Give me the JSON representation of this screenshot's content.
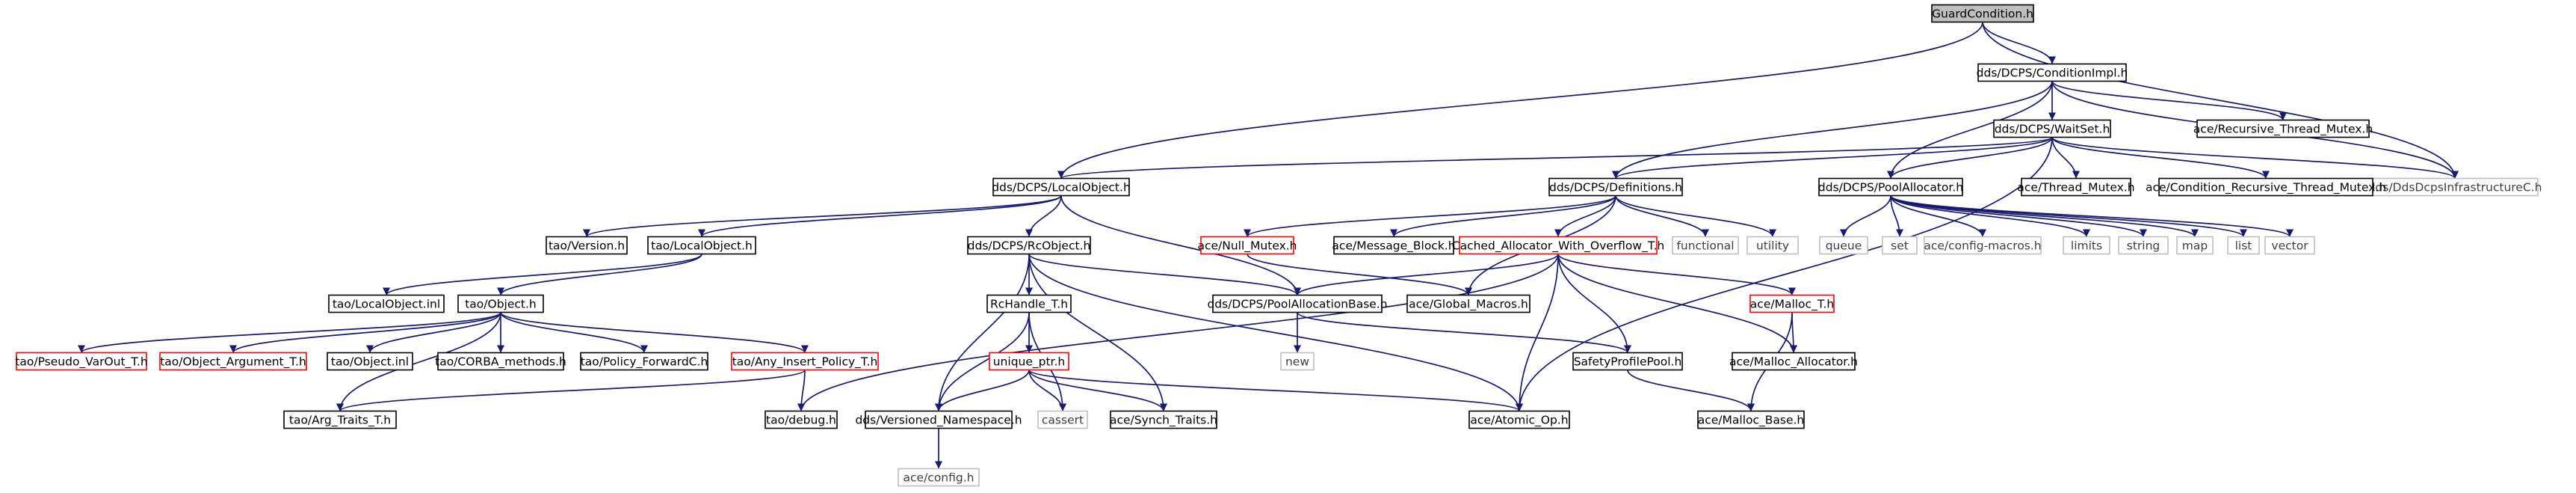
{
  "colors": {
    "edge": "#191970",
    "box_border_normal": "#000000",
    "box_border_truncated": "#ff0000",
    "box_border_external": "#bfbfbf",
    "root_fill": "#bfbfbf",
    "box_fill": "#ffffff",
    "text_normal": "#000000",
    "text_external": "#404040"
  },
  "nodes": [
    {
      "id": "guard",
      "label": "GuardCondition.h",
      "kind": "root"
    },
    {
      "id": "condimpl",
      "label": "dds/DCPS/ConditionImpl.h",
      "kind": "normal"
    },
    {
      "id": "waitset",
      "label": "dds/DCPS/WaitSet.h",
      "kind": "normal"
    },
    {
      "id": "recthreadmutex",
      "label": "ace/Recursive_Thread_Mutex.h",
      "kind": "normal"
    },
    {
      "id": "ddsinfra",
      "label": "dds/DdsDcpsInfrastructureC.h",
      "kind": "external"
    },
    {
      "id": "localobject",
      "label": "dds/DCPS/LocalObject.h",
      "kind": "normal"
    },
    {
      "id": "definitions",
      "label": "dds/DCPS/Definitions.h",
      "kind": "normal"
    },
    {
      "id": "poolalloc",
      "label": "dds/DCPS/PoolAllocator.h",
      "kind": "normal"
    },
    {
      "id": "threadmutex",
      "label": "ace/Thread_Mutex.h",
      "kind": "normal"
    },
    {
      "id": "condrecmutex",
      "label": "ace/Condition_Recursive_Thread_Mutex.h",
      "kind": "normal"
    },
    {
      "id": "taoversion",
      "label": "tao/Version.h",
      "kind": "normal"
    },
    {
      "id": "taolocalobj",
      "label": "tao/LocalObject.h",
      "kind": "normal"
    },
    {
      "id": "rcobject",
      "label": "dds/DCPS/RcObject.h",
      "kind": "normal"
    },
    {
      "id": "nullmutex",
      "label": "ace/Null_Mutex.h",
      "kind": "truncated"
    },
    {
      "id": "msgblock",
      "label": "ace/Message_Block.h",
      "kind": "normal"
    },
    {
      "id": "cachedalloc",
      "label": "Cached_Allocator_With_Overflow_T.h",
      "kind": "truncated"
    },
    {
      "id": "functional",
      "label": "functional",
      "kind": "external"
    },
    {
      "id": "utility",
      "label": "utility",
      "kind": "external"
    },
    {
      "id": "queue",
      "label": "queue",
      "kind": "external"
    },
    {
      "id": "set",
      "label": "set",
      "kind": "external"
    },
    {
      "id": "configmacros",
      "label": "ace/config-macros.h",
      "kind": "external"
    },
    {
      "id": "limits",
      "label": "limits",
      "kind": "external"
    },
    {
      "id": "string",
      "label": "string",
      "kind": "external"
    },
    {
      "id": "map",
      "label": "map",
      "kind": "external"
    },
    {
      "id": "list",
      "label": "list",
      "kind": "external"
    },
    {
      "id": "vector",
      "label": "vector",
      "kind": "external"
    },
    {
      "id": "taolocalobjinl",
      "label": "tao/LocalObject.inl",
      "kind": "normal"
    },
    {
      "id": "taoobject",
      "label": "tao/Object.h",
      "kind": "normal"
    },
    {
      "id": "rchandle",
      "label": "RcHandle_T.h",
      "kind": "normal"
    },
    {
      "id": "poolallocbase",
      "label": "dds/DCPS/PoolAllocationBase.h",
      "kind": "normal"
    },
    {
      "id": "globalmacros",
      "label": "ace/Global_Macros.h",
      "kind": "normal"
    },
    {
      "id": "mallocT",
      "label": "ace/Malloc_T.h",
      "kind": "truncated"
    },
    {
      "id": "pseudovarout",
      "label": "tao/Pseudo_VarOut_T.h",
      "kind": "truncated"
    },
    {
      "id": "objargument",
      "label": "tao/Object_Argument_T.h",
      "kind": "truncated"
    },
    {
      "id": "objectinl",
      "label": "tao/Object.inl",
      "kind": "normal"
    },
    {
      "id": "corbamethods",
      "label": "tao/CORBA_methods.h",
      "kind": "normal"
    },
    {
      "id": "policyfwd",
      "label": "tao/Policy_ForwardC.h",
      "kind": "normal"
    },
    {
      "id": "anyinsert",
      "label": "tao/Any_Insert_Policy_T.h",
      "kind": "truncated"
    },
    {
      "id": "uniqueptr",
      "label": "unique_ptr.h",
      "kind": "truncated"
    },
    {
      "id": "new",
      "label": "new",
      "kind": "external"
    },
    {
      "id": "safetypool",
      "label": "SafetyProfilePool.h",
      "kind": "normal"
    },
    {
      "id": "mallocalloc",
      "label": "ace/Malloc_Allocator.h",
      "kind": "normal"
    },
    {
      "id": "argtraits",
      "label": "tao/Arg_Traits_T.h",
      "kind": "normal"
    },
    {
      "id": "taodebug",
      "label": "tao/debug.h",
      "kind": "normal"
    },
    {
      "id": "versionedns",
      "label": "dds/Versioned_Namespace.h",
      "kind": "normal"
    },
    {
      "id": "cassert",
      "label": "cassert",
      "kind": "external"
    },
    {
      "id": "synchtraits",
      "label": "ace/Synch_Traits.h",
      "kind": "normal"
    },
    {
      "id": "atomicop",
      "label": "ace/Atomic_Op.h",
      "kind": "normal"
    },
    {
      "id": "mallocbase",
      "label": "ace/Malloc_Base.h",
      "kind": "normal"
    },
    {
      "id": "aceconfig",
      "label": "ace/config.h",
      "kind": "external"
    }
  ],
  "edges": [
    [
      "guard",
      "condimpl"
    ],
    [
      "guard",
      "localobject"
    ],
    [
      "guard",
      "ddsinfra"
    ],
    [
      "condimpl",
      "waitset"
    ],
    [
      "condimpl",
      "recthreadmutex"
    ],
    [
      "condimpl",
      "ddsinfra"
    ],
    [
      "condimpl",
      "definitions"
    ],
    [
      "condimpl",
      "poolalloc"
    ],
    [
      "waitset",
      "localobject"
    ],
    [
      "waitset",
      "definitions"
    ],
    [
      "waitset",
      "poolalloc"
    ],
    [
      "waitset",
      "threadmutex"
    ],
    [
      "waitset",
      "condrecmutex"
    ],
    [
      "waitset",
      "ddsinfra"
    ],
    [
      "waitset",
      "atomicop"
    ],
    [
      "localobject",
      "taoversion"
    ],
    [
      "localobject",
      "taolocalobj"
    ],
    [
      "localobject",
      "rcobject"
    ],
    [
      "localobject",
      "poolallocbase"
    ],
    [
      "definitions",
      "nullmutex"
    ],
    [
      "definitions",
      "msgblock"
    ],
    [
      "definitions",
      "cachedalloc"
    ],
    [
      "definitions",
      "functional"
    ],
    [
      "definitions",
      "utility"
    ],
    [
      "definitions",
      "globalmacros"
    ],
    [
      "poolalloc",
      "queue"
    ],
    [
      "poolalloc",
      "set"
    ],
    [
      "poolalloc",
      "configmacros"
    ],
    [
      "poolalloc",
      "limits"
    ],
    [
      "poolalloc",
      "string"
    ],
    [
      "poolalloc",
      "map"
    ],
    [
      "poolalloc",
      "list"
    ],
    [
      "poolalloc",
      "vector"
    ],
    [
      "taolocalobj",
      "taolocalobjinl"
    ],
    [
      "taolocalobj",
      "taoobject"
    ],
    [
      "rcobject",
      "rchandle"
    ],
    [
      "rcobject",
      "poolallocbase"
    ],
    [
      "rcobject",
      "versionedns"
    ],
    [
      "rcobject",
      "synchtraits"
    ],
    [
      "rcobject",
      "atomicop"
    ],
    [
      "nullmutex",
      "globalmacros"
    ],
    [
      "cachedalloc",
      "poolallocbase"
    ],
    [
      "cachedalloc",
      "mallocT"
    ],
    [
      "cachedalloc",
      "safetypool"
    ],
    [
      "cachedalloc",
      "mallocalloc"
    ],
    [
      "cachedalloc",
      "atomicop"
    ],
    [
      "cachedalloc",
      "taodebug"
    ],
    [
      "taoobject",
      "pseudovarout"
    ],
    [
      "taoobject",
      "objargument"
    ],
    [
      "taoobject",
      "objectinl"
    ],
    [
      "taoobject",
      "corbamethods"
    ],
    [
      "taoobject",
      "policyfwd"
    ],
    [
      "taoobject",
      "anyinsert"
    ],
    [
      "taoobject",
      "argtraits"
    ],
    [
      "rchandle",
      "uniqueptr"
    ],
    [
      "rchandle",
      "versionedns"
    ],
    [
      "rchandle",
      "cassert"
    ],
    [
      "poolallocbase",
      "new"
    ],
    [
      "poolallocbase",
      "safetypool"
    ],
    [
      "mallocT",
      "mallocalloc"
    ],
    [
      "mallocT",
      "mallocbase"
    ],
    [
      "anyinsert",
      "argtraits"
    ],
    [
      "anyinsert",
      "taodebug"
    ],
    [
      "uniqueptr",
      "versionedns"
    ],
    [
      "uniqueptr",
      "cassert"
    ],
    [
      "uniqueptr",
      "synchtraits"
    ],
    [
      "uniqueptr",
      "atomicop"
    ],
    [
      "safetypool",
      "mallocbase"
    ],
    [
      "versionedns",
      "aceconfig"
    ]
  ]
}
